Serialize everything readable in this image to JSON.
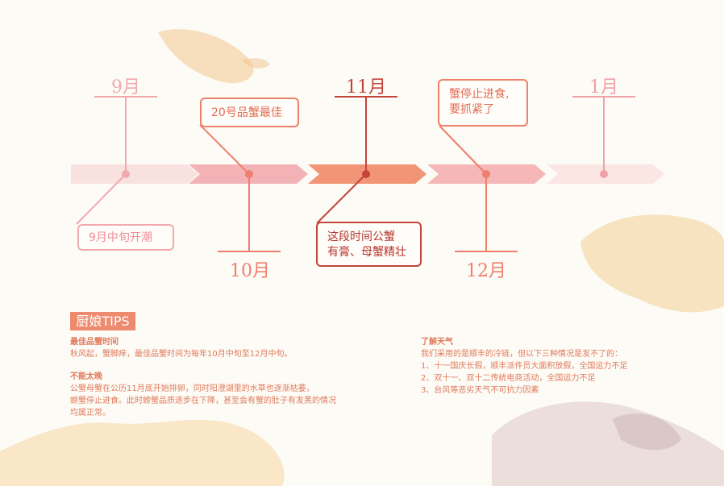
{
  "timeline": {
    "months": {
      "sep": "9月",
      "oct": "10月",
      "nov": "11月",
      "dec": "12月",
      "jan": "1月"
    },
    "notes": {
      "sep": "9月中旬开潮",
      "oct": "20号品蟹最佳",
      "nov": [
        "这段时间公蟹",
        "有膏、母蟹精壮"
      ],
      "dec": [
        "蟹停止进食,",
        "要抓紧了"
      ]
    }
  },
  "tips": {
    "badge": "厨娘TIPS",
    "best_time": {
      "title": "最佳品蟹时间",
      "lines": [
        "秋风起，蟹脚痒，最佳品蟹时间为每年10月中旬至12月中旬。"
      ]
    },
    "late": {
      "title": "不能太晚",
      "lines": [
        "公蟹母蟹在公历11月底开始排卵，同时阳澄湖里的水草也逐渐枯萎，",
        "螃蟹停止进食。此时螃蟹品质逐步在下降，甚至会有蟹的肚子有发黑的情况",
        "均属正常。"
      ]
    },
    "weather": {
      "title": "了解天气",
      "lines": [
        "我们采用的是顺丰的冷链，但以下三种情况是发不了的：",
        "1、十一国庆长假，顺丰派件员大面积放假，全国运力不足",
        "2、双十一、双十二传统电商活动，全国运力不足",
        "3、台风等恶劣天气不可抗力因素"
      ]
    }
  },
  "colors": {
    "sep": "#f2a9ad",
    "oct": "#ee7f6a",
    "nov": "#c2443b",
    "dec": "#ee7f6a",
    "jan": "#f0a1a8",
    "arrow_sep": "#f9e1df",
    "arrow_oct": "#f3b3b6",
    "arrow_nov": "#f29476",
    "arrow_dec": "#f5b7b8",
    "arrow_jan": "#fbe6e4",
    "tips_text": "#e07a5a",
    "badge_bg": "#ee8a6e"
  }
}
